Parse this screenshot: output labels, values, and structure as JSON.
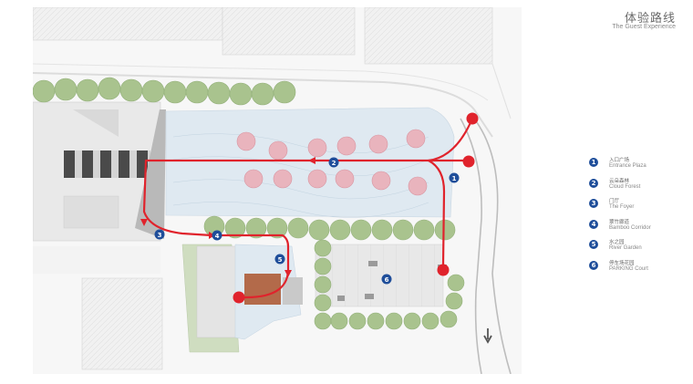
{
  "header": {
    "title_zh": "体验路线",
    "title_en": "The Guest Experience"
  },
  "legend": {
    "items": [
      {
        "num": "1",
        "zh": "入口广场",
        "en": "Entrance Plaza"
      },
      {
        "num": "2",
        "zh": "云朵森林",
        "en": "Cloud Forest"
      },
      {
        "num": "3",
        "zh": "门厅",
        "en": "The Foyer"
      },
      {
        "num": "4",
        "zh": "翠竹廊道",
        "en": "Bamboo Corridor"
      },
      {
        "num": "5",
        "zh": "水之园",
        "en": "River Garden"
      },
      {
        "num": "6",
        "zh": "停车场花园",
        "en": "PARKING Court"
      }
    ]
  },
  "map": {
    "markers": [
      "1",
      "2",
      "3",
      "4",
      "5",
      "6"
    ]
  },
  "colors": {
    "route": "#e0232c",
    "marker": "#1f4e9a",
    "tree": "#a9c38e",
    "pink_tree": "#e9b4bd",
    "water": "#dfe9f1",
    "building": "#ececec"
  }
}
